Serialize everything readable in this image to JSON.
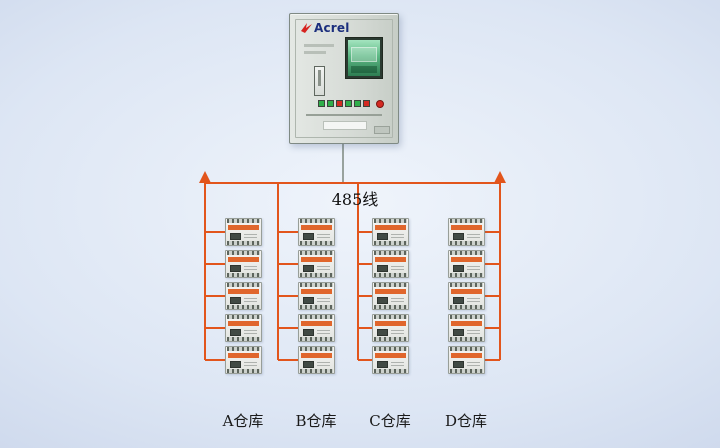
{
  "cabinet": {
    "brand": "Acrel"
  },
  "bus": {
    "label": "485线",
    "line_color": "#e2551c"
  },
  "warehouses": [
    {
      "label": "A仓库"
    },
    {
      "label": "B仓库"
    },
    {
      "label": "C仓库"
    },
    {
      "label": "D仓库"
    }
  ],
  "devices_per_column": 5,
  "colors": {
    "brand_navy": "#1c2f7d",
    "brand_red": "#d6231f",
    "device_band_orange": "#e0662c",
    "screen_green": "#5cb884",
    "background_blue": "#dde6f4"
  }
}
